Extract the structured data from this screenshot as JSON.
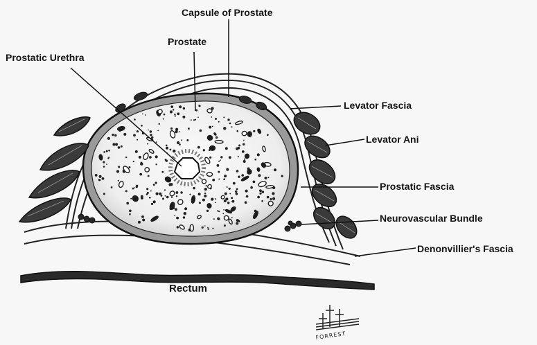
{
  "labels": {
    "capsule": "Capsule of Prostate",
    "prostate": "Prostate",
    "urethra": "Prostatic Urethra",
    "levator_fascia": "Levator Fascia",
    "levator_ani": "Levator Ani",
    "prostatic_fascia": "Prostatic Fascia",
    "nv_bundle": "Neurovascular Bundle",
    "denonvillier": "Denonvillier's Fascia",
    "rectum": "Rectum"
  },
  "signature": "FORREST"
}
